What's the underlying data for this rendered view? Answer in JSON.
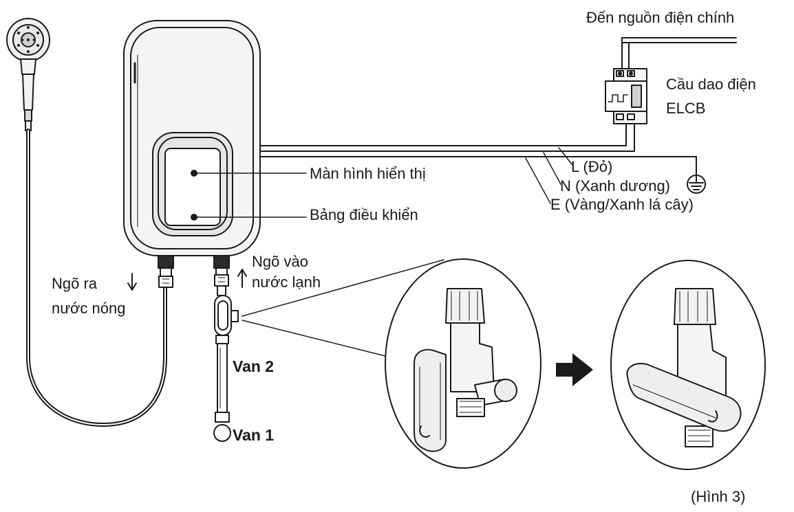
{
  "labels": {
    "main_power": "Đến nguồn điện chính",
    "breaker_line1": "Cầu dao điện",
    "breaker_line2": "ELCB",
    "display": "Màn hình hiển thị",
    "control_panel": "Bảng điều khiển",
    "wire_l": "L (Đỏ)",
    "wire_n": "N (Xanh dương)",
    "wire_e": "E (Vàng/Xanh lá cây)",
    "cold_in_line1": "Ngõ vào",
    "cold_in_line2": "nước lạnh",
    "hot_out_line1": "Ngõ ra",
    "hot_out_line2": "nước nóng",
    "valve2": "Van 2",
    "valve1": "Van 1",
    "figure": "(Hình 3)"
  },
  "icons": {
    "shower": "showerhead-icon",
    "ground": "ground-symbol-icon",
    "arrow": "right-arrow-icon"
  },
  "colors": {
    "line": "#1a1a1a",
    "device_fill": "#f4f4f4",
    "panel_fill": "#e6e6e6"
  }
}
